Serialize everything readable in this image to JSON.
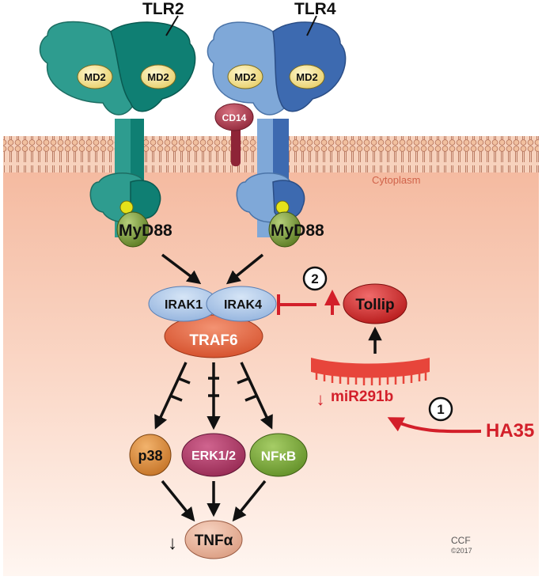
{
  "receptors": {
    "tlr2_label": "TLR2",
    "tlr4_label": "TLR4",
    "md2_label": "MD2",
    "cd14_label": "CD14"
  },
  "compartment": {
    "cytoplasm_label": "Cytoplasm"
  },
  "adaptors": {
    "myd88_left": "MyD88",
    "myd88_right": "MyD88"
  },
  "complex": {
    "irak1": "IRAK1",
    "irak4": "IRAK4",
    "traf6": "TRAF6"
  },
  "kinases": {
    "p38": "p38",
    "erk": "ERK1/2",
    "nfkb": "NFκB"
  },
  "output": {
    "tnf": "TNFα",
    "tnf_direction": "↓"
  },
  "regulators": {
    "tollip": "Tollip",
    "mirna": "miR291b",
    "mirna_direction": "↓",
    "tollip_direction": "↑",
    "ha35": "HA35",
    "step1": "1",
    "step2": "2"
  },
  "credit": {
    "org": "CCF",
    "year": "©2017"
  },
  "colors": {
    "tlr2_light": "#2e9c8f",
    "tlr2_dark": "#0f7f73",
    "tlr4_light": "#7fa8d8",
    "tlr4_dark": "#3d6ab0",
    "md2_fill": "#f3e39a",
    "myd88_fill": "#7a9a3a",
    "irak_fill": "#a9c4e6",
    "traf6_fill": "#e2643f",
    "tollip_fill": "#d32a2a",
    "p38_fill": "#d98a3b",
    "erk_fill": "#b33d6e",
    "nfkb_fill": "#77a83a",
    "tnf_fill": "#e9b49c",
    "red_accent": "#d31f2a",
    "membrane": "#e3a984"
  }
}
